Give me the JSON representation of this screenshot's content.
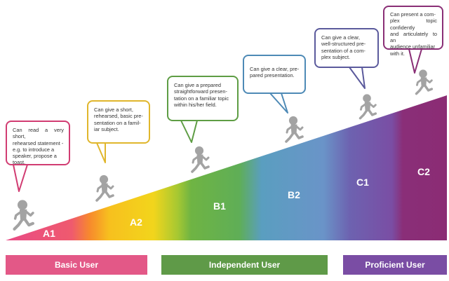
{
  "levels": [
    {
      "code": "A1",
      "description": "Can read a very short, rehearsed statement - e.g. to introduce a speaker, propose a toast.",
      "color": "#e8457c"
    },
    {
      "code": "A2",
      "description": "Can give a short, rehearsed, basic presentation on a familiar subject.",
      "color": "#f5c81e"
    },
    {
      "code": "B1",
      "description": "Can give a prepared straightforward presentation on a familiar topic within his/her field.",
      "color": "#6fb443"
    },
    {
      "code": "B2",
      "description": "Can give a clear, prepared presentation.",
      "color": "#6a98c8"
    },
    {
      "code": "C1",
      "description": "Can give a clear, well-structured presentation of a complex subject.",
      "color": "#735cab"
    },
    {
      "code": "C2",
      "description": "Can present a complex topic confidently and articulately to an audience unfamiliar with it.",
      "color": "#8a2e78"
    }
  ],
  "user_groups": [
    {
      "label": "Basic User",
      "color": "#e35887"
    },
    {
      "label": "Independent User",
      "color": "#5f9a48"
    },
    {
      "label": "Proficient User",
      "color": "#7a4da4"
    }
  ],
  "bubble_lines": [
    [
      "Can read a very short,",
      "rehearsed statement -",
      "e.g. to introduce a",
      "speaker, propose a",
      "toast."
    ],
    [
      "Can give a short,",
      "rehearsed, basic pre-",
      "sentation on a famil-",
      "iar subject."
    ],
    [
      "Can give a prepared",
      "straightforward presen-",
      "tation on a familiar topic",
      "within his/her field."
    ],
    [
      "Can give a clear, pre-",
      "pared presentation."
    ],
    [
      "Can give a clear,",
      "well-structured pre-",
      "sentation of a com-",
      "plex subject."
    ],
    [
      "Can present a com-",
      "plex topic confidently",
      "and articulately to an",
      "audience unfamiliar",
      "with it."
    ]
  ]
}
